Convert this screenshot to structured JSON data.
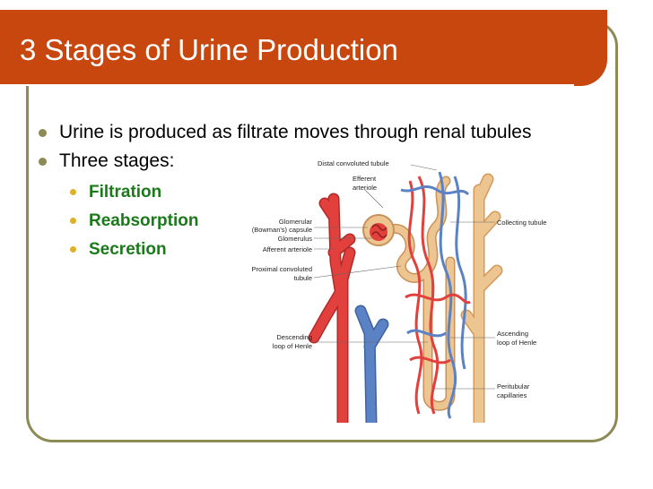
{
  "slide": {
    "title": "3 Stages of Urine Production",
    "bullets": [
      "Urine is produced as filtrate moves through renal tubules",
      "Three stages:"
    ],
    "sub_bullets": [
      "Filtration",
      "Reabsorption",
      "Secretion"
    ]
  },
  "diagram": {
    "labels": {
      "distal": "Distal convoluted tubule",
      "efferent1": "Efferent",
      "efferent2": "arteriole",
      "glom1": "Glomerular",
      "glom2": "(Bowman's) capsule",
      "glomerulus": "Glomerulus",
      "afferent": "Afferent arteriole",
      "proximal1": "Proximal convoluted",
      "proximal2": "tubule",
      "descending1": "Descending",
      "descending2": "loop of Henle",
      "collecting": "Collecting tubule",
      "ascending1": "Ascending",
      "ascending2": "loop of Henle",
      "peritubular1": "Peritubular",
      "peritubular2": "capillaries"
    }
  },
  "colors": {
    "title_bar": "#c7470f",
    "frame": "#8c8a55",
    "sub_bullet_text": "#1a7a1a",
    "sub_bullet_dot": "#e0b02a",
    "artery": "#e2403d",
    "vein": "#5b82c4",
    "tubule": "#edc590"
  }
}
